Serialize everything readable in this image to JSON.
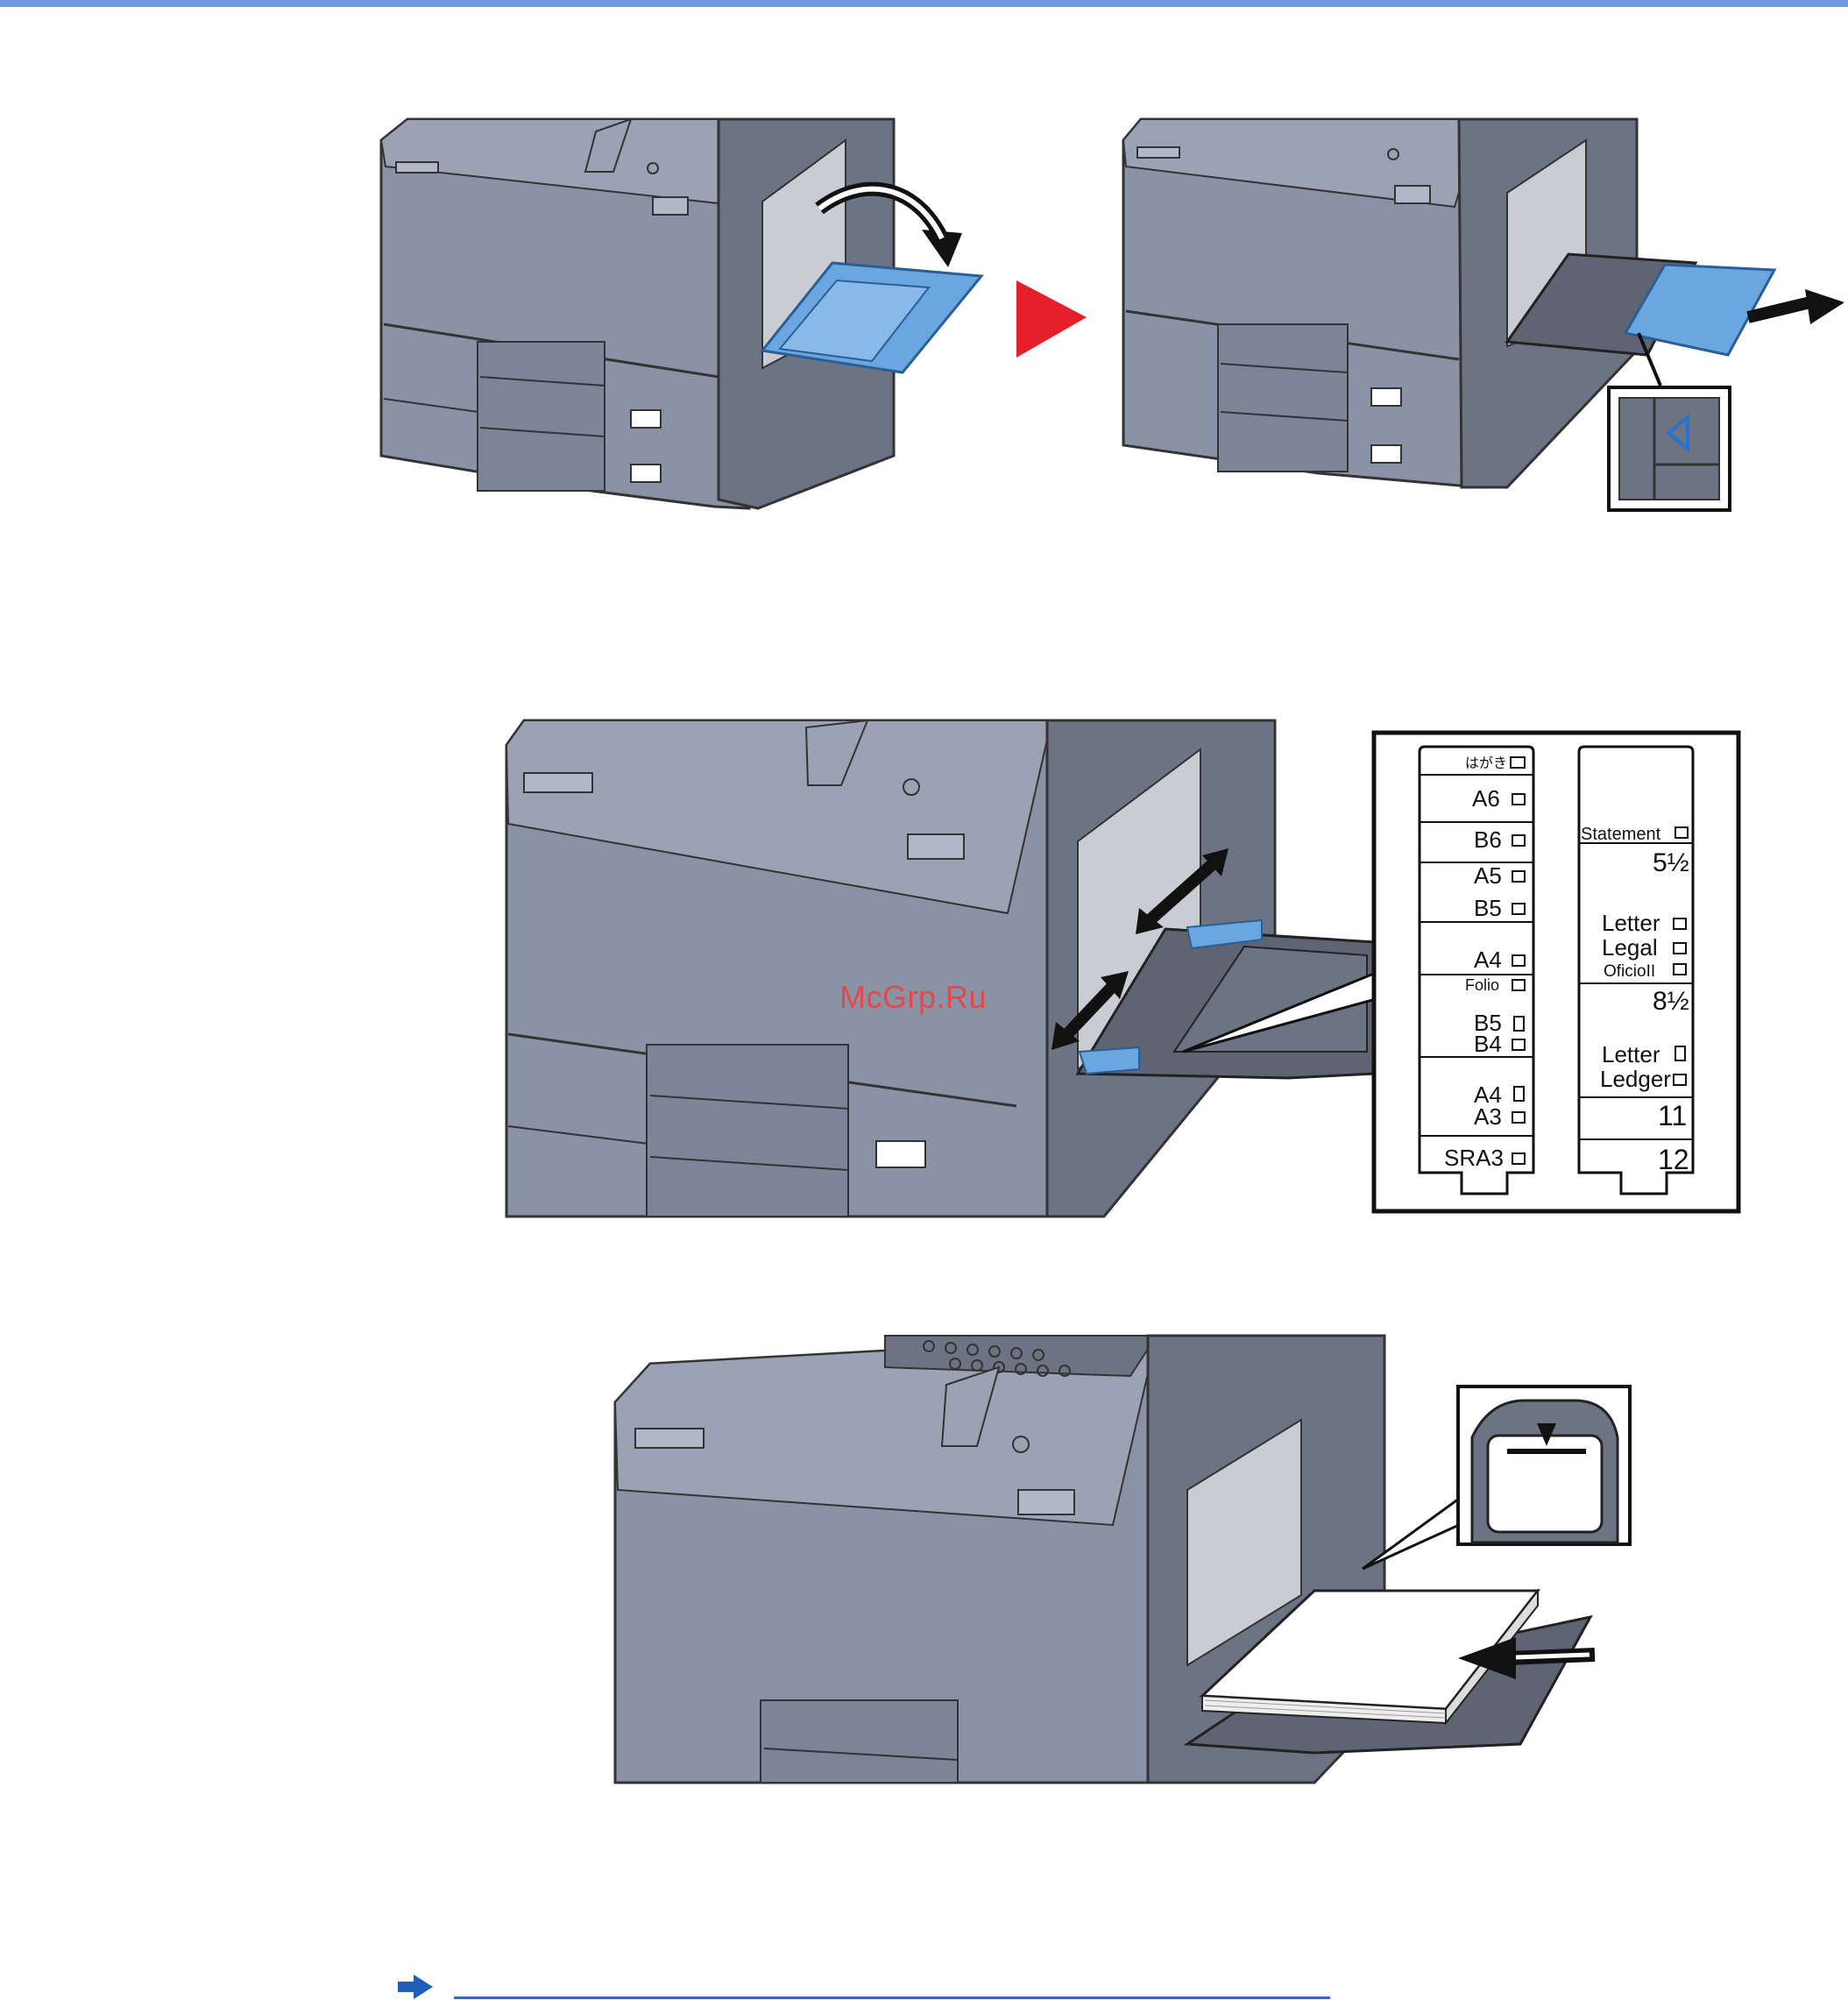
{
  "colors": {
    "top_bar": "#6f9ae0",
    "printer_body": "#8a92a5",
    "printer_dark": "#5e6472",
    "tray_blue": "#5b9bd8",
    "step_arrow": "#e5202a",
    "watermark": "#e24a4a",
    "link_line": "#3b66c4"
  },
  "figures": {
    "figure1": {
      "left_panel": "mp-tray-opening",
      "step_marker": "red-triangle-arrow",
      "right_panel": "mp-tray-extended",
      "inset": "tray-extension-mark"
    },
    "figure2": {
      "panel": "paper-width-guides",
      "inset": "paper-size-scale"
    },
    "figure3": {
      "panel": "loading-paper-stack",
      "inset": "paper-load-limit-mark"
    }
  },
  "size_scale": {
    "left_column": [
      "はがき",
      "A6",
      "B6",
      "A5",
      "B5",
      "A4",
      "Folio",
      "B5",
      "B4",
      "A4",
      "A3",
      "SRA3"
    ],
    "right_column": [
      "Statement",
      "5½",
      "Letter",
      "Legal",
      "OficioII",
      "8½",
      "Letter",
      "Ledger",
      "11",
      "12"
    ]
  },
  "watermark_text": "McGrp.Ru",
  "reference": {
    "icon": "arrow-right-icon"
  }
}
